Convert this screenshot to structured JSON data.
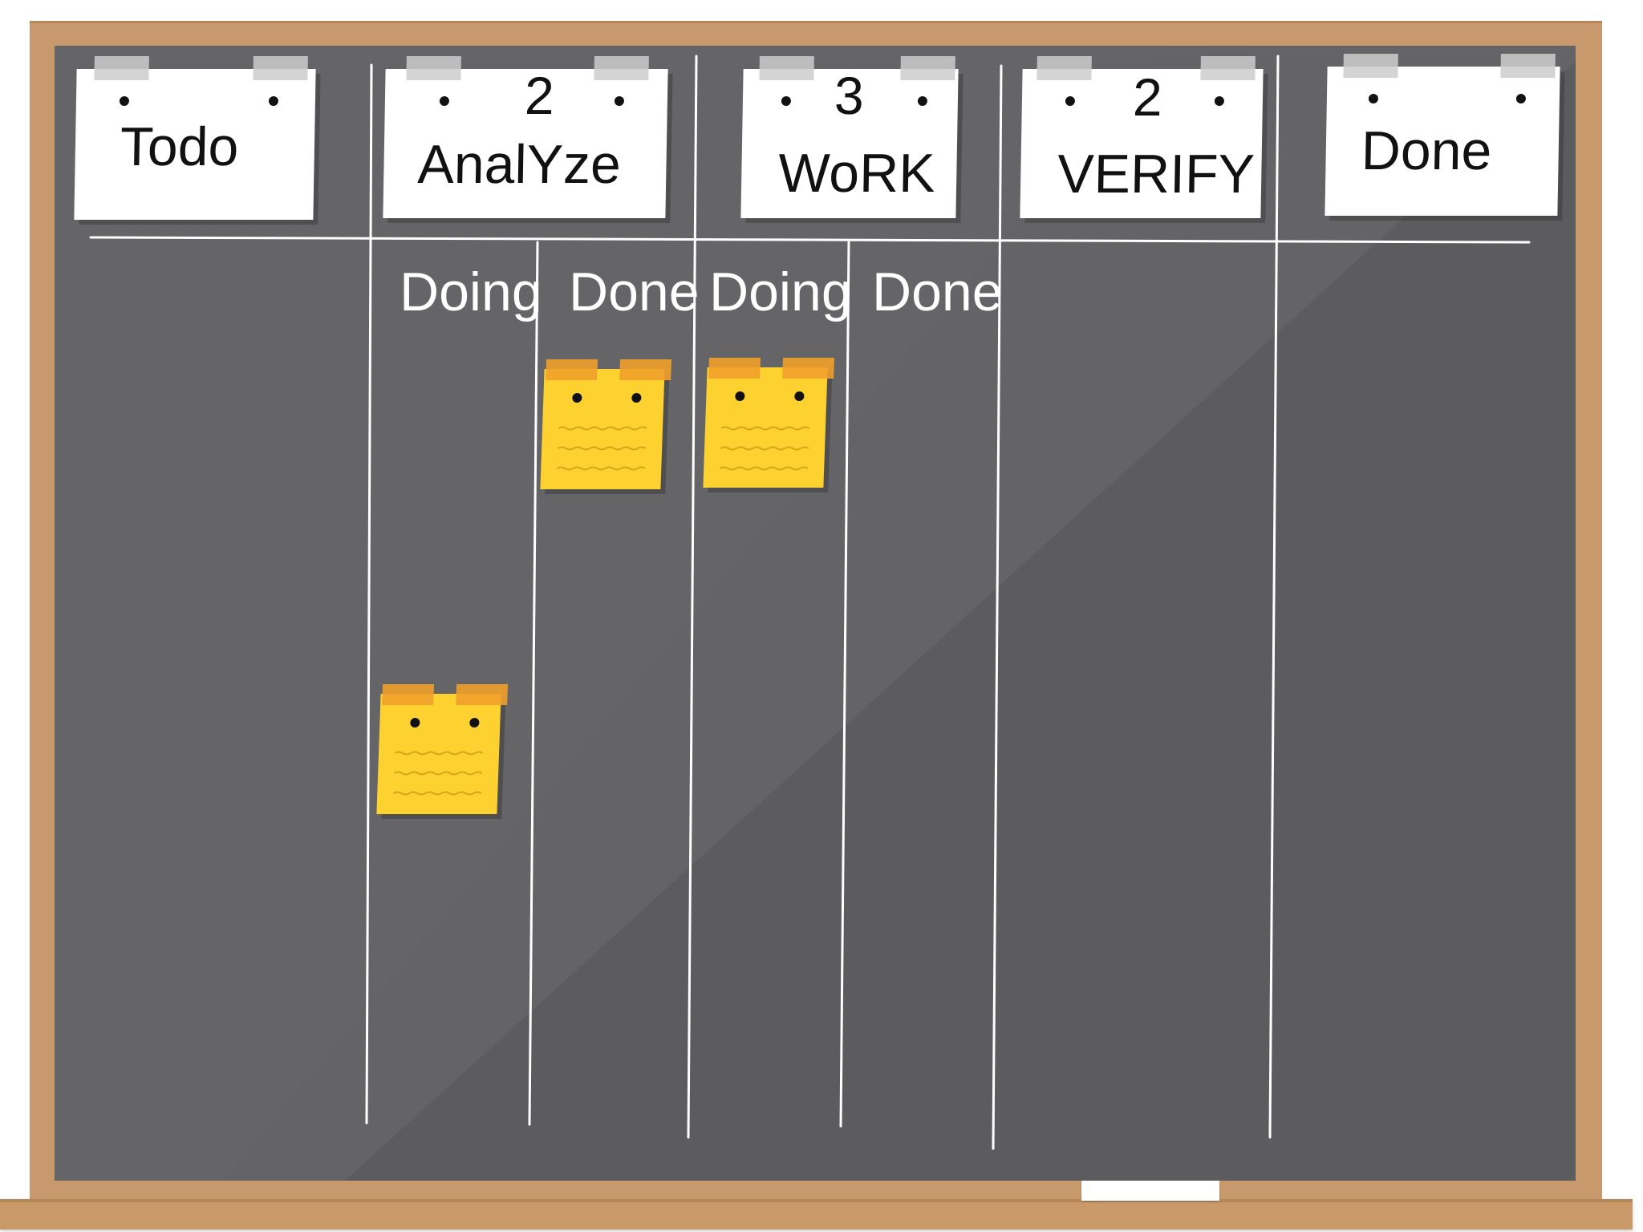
{
  "board": {
    "columns": [
      {
        "id": "todo",
        "title": "Todo",
        "limit": ""
      },
      {
        "id": "analyze",
        "title": "AnalYze",
        "limit": "2"
      },
      {
        "id": "work",
        "title": "WoRK",
        "limit": "3"
      },
      {
        "id": "verify",
        "title": "VERIFY",
        "limit": "2"
      },
      {
        "id": "done",
        "title": "Done",
        "limit": ""
      }
    ],
    "sub_columns": {
      "analyze_doing": "Doing",
      "analyze_done": "Done",
      "work_doing": "Doing",
      "work_done": "Done"
    },
    "cards": [
      {
        "column": "Analyze / Done",
        "color": "#fdd230"
      },
      {
        "column": "Work / Doing",
        "color": "#fdd230"
      },
      {
        "column": "Analyze / Doing",
        "color": "#fdd230"
      }
    ]
  },
  "colors": {
    "frame": "#c8996c",
    "board": "#5c5b5e",
    "chalk_lines": "#ffffff",
    "sticky": "#fdd230",
    "sticky_tape": "#f0a02a",
    "card_tape": "#cdcdcd"
  }
}
